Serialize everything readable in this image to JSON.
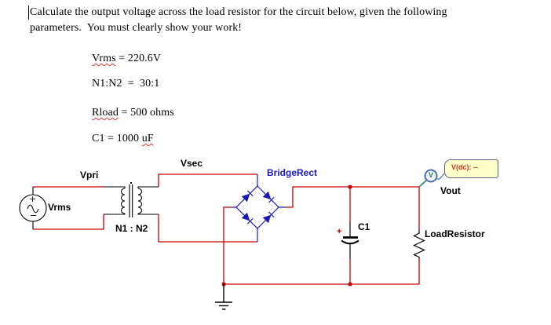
{
  "problem": {
    "line1": "Calculate the output voltage across the load resistor for the circuit below, given the following",
    "line2": "parameters.  You must clearly show your work!",
    "params": [
      {
        "pre": "",
        "wavy": "Vrms",
        "post": " = 220.6V"
      },
      {
        "pre": "N1:N2  =  30:1",
        "wavy": "",
        "post": ""
      },
      {
        "pre": "",
        "wavy": "Rload",
        "post": " = 500 ohms"
      },
      {
        "pre": "C1 = 1000 ",
        "wavy": "uF",
        "post": ""
      }
    ]
  },
  "circuit": {
    "labels": {
      "vpri": "Vpri",
      "vrms": "Vrms",
      "vsec": "Vsec",
      "turns": "N1 : N2",
      "bridge": "BridgeRect",
      "cap": "C1",
      "cap_polarity": "+",
      "load": "LoadResistor",
      "vout": "Vout",
      "probe": "V",
      "meter": "V(dc): --",
      "source_plus": "+",
      "source_minus": "−"
    },
    "colors": {
      "wire_red": "#c80000",
      "bridge_blue": "#1a1ab8",
      "label_blue": "#1a1acc",
      "meter_bg": "#ffffc8",
      "meter_border": "#56628c",
      "meter_text": "#cc3322",
      "probe_ring": "#4a6fb0",
      "probe_letter": "#2e7d32",
      "squiggle": "#e03a2f"
    }
  }
}
